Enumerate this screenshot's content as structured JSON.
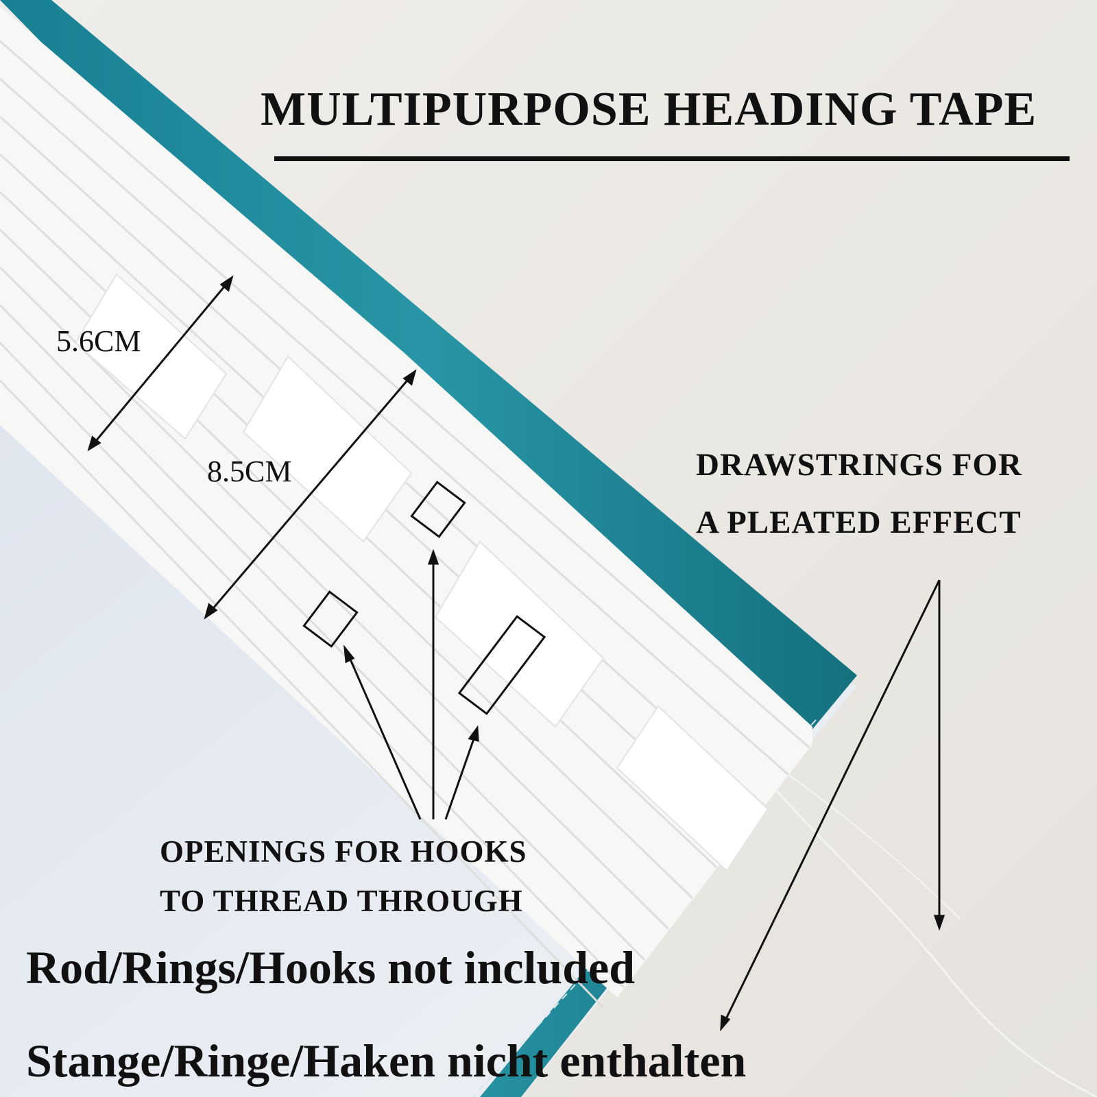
{
  "title": "MULTIPURPOSE HEADING TAPE",
  "dimensions": {
    "tape_width": "5.6CM",
    "hook_span": "8.5CM"
  },
  "callouts": {
    "drawstrings": [
      "DRAWSTRINGS FOR",
      "A PLEATED EFFECT"
    ],
    "openings": [
      "OPENINGS FOR HOOKS",
      "TO THREAD THROUGH"
    ]
  },
  "notice": {
    "en": "Rod/Rings/Hooks not included",
    "de": "Stange/Ringe/Haken nicht enthalten"
  },
  "colors": {
    "wall": "#ece9e4",
    "curtain_fabric": "#e4e9f0",
    "tape": "#f7f7f5",
    "teal_edge": "#1f7f8f",
    "ink": "#111111"
  }
}
